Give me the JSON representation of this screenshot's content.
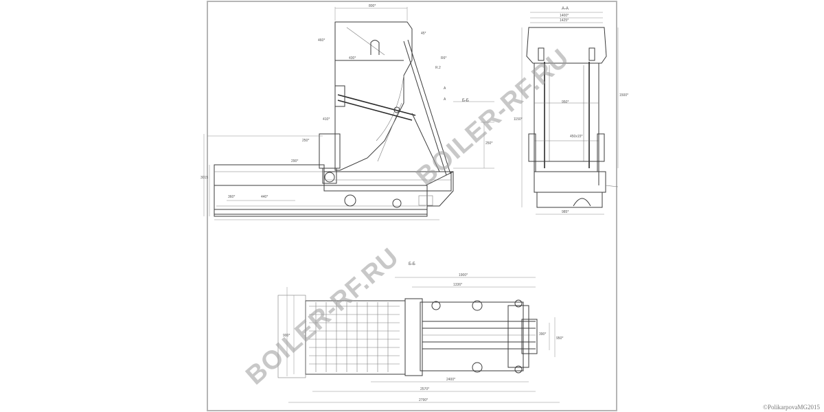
{
  "watermark": "BOILER-RF.RU",
  "copyright": "©PolikarpovaMG2015",
  "view_labels": [
    "Б-Б",
    "А-А",
    "Б-Б"
  ],
  "dims_top": [
    "800*",
    "460*",
    "430*",
    "45*",
    "360*",
    "440*",
    "R6*",
    "R.2",
    "250*",
    "250*",
    "290*",
    "410*",
    "3015",
    "А",
    "А"
  ],
  "dims_side": [
    "1400*",
    "1425*",
    "1500*",
    "1150*",
    "950*",
    "450x15*",
    "985*"
  ],
  "dims_plan": [
    "1900*",
    "1336*",
    "900*",
    "2400*",
    "2570*",
    "2790*",
    "950*",
    "390*"
  ],
  "colors": {
    "line": "#3a3a3a",
    "watermark": "#9a9a9a",
    "frame": "#b5b5b5"
  }
}
